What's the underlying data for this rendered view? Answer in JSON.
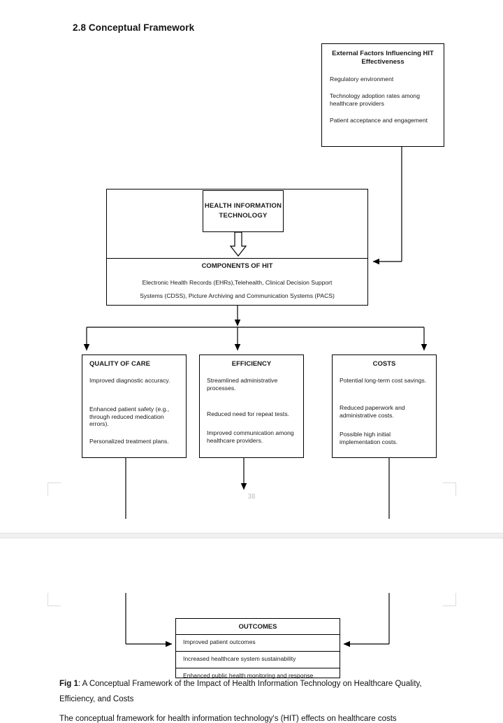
{
  "document": {
    "heading": "2.8 Conceptual Framework",
    "page_number": "38",
    "caption_prefix": "Fig 1",
    "caption_text": ": A Conceptual Framework of the Impact of Health Information Technology on Healthcare Quality, Efficiency, and Costs",
    "body_paragraph": "The conceptual framework for health information technology's (HIT) effects on healthcare costs"
  },
  "diagram": {
    "external_factors": {
      "title": "External Factors Influencing HIT Effectiveness",
      "items": [
        "Regulatory environment",
        "Technology adoption rates among healthcare providers",
        "Patient acceptance and engagement"
      ]
    },
    "hit": {
      "title": "HEALTH INFORMATION TECHNOLOGY"
    },
    "components": {
      "title": "COMPONENTS OF HIT",
      "line1": "Electronic Health Records (EHRs),Telehealth, Clinical Decision Support",
      "line2": "Systems (CDSS), Picture Archiving and Communication Systems (PACS)"
    },
    "quality": {
      "title": "QUALITY OF CARE",
      "items": [
        "Improved diagnostic accuracy.",
        "Enhanced patient safety (e.g., through reduced medication errors).",
        "Personalized treatment plans."
      ]
    },
    "efficiency": {
      "title": "EFFICIENCY",
      "items": [
        "Streamlined administrative processes.",
        "Reduced need for repeat tests.",
        "Improved communication among healthcare providers."
      ]
    },
    "costs": {
      "title": "COSTS",
      "items": [
        "Potential long-term cost savings.",
        "Reduced paperwork and administrative costs.",
        "Possible high initial implementation costs."
      ]
    },
    "outcomes": {
      "title": "OUTCOMES",
      "items": [
        "Improved patient outcomes",
        "Increased healthcare system sustainability",
        "Enhanced public health monitoring and response"
      ]
    }
  },
  "colors": {
    "stroke": "#000000",
    "page_background": "#ffffff",
    "page_gap": "#f0f0f0",
    "crop_mark": "#dcdcdc",
    "page_number": "#bdbdbd"
  }
}
